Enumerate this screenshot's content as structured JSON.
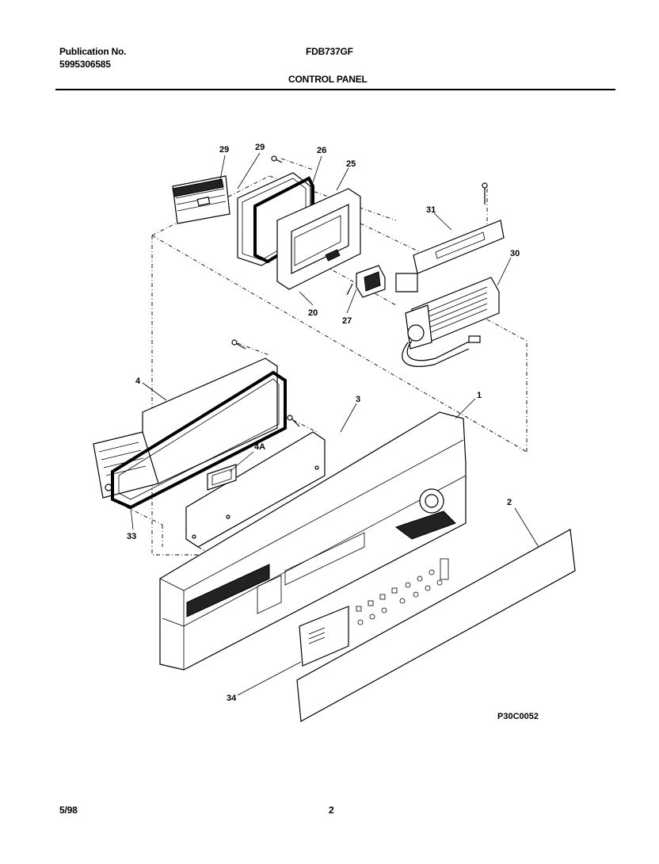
{
  "header": {
    "publication_label": "Publication No.",
    "publication_number": "5995306585",
    "model": "FDB737GF",
    "section_title": "CONTROL PANEL"
  },
  "diagram": {
    "callouts": {
      "c29a": "29",
      "c29b": "29",
      "c26": "26",
      "c25": "25",
      "c31": "31",
      "c30": "30",
      "c20": "20",
      "c27": "27",
      "c4": "4",
      "c3": "3",
      "c1": "1",
      "c4A": "4A",
      "c2": "2",
      "c33": "33",
      "c34": "34"
    },
    "drawing_code": "P30C0052"
  },
  "footer": {
    "date": "5/98",
    "page_number": "2"
  }
}
